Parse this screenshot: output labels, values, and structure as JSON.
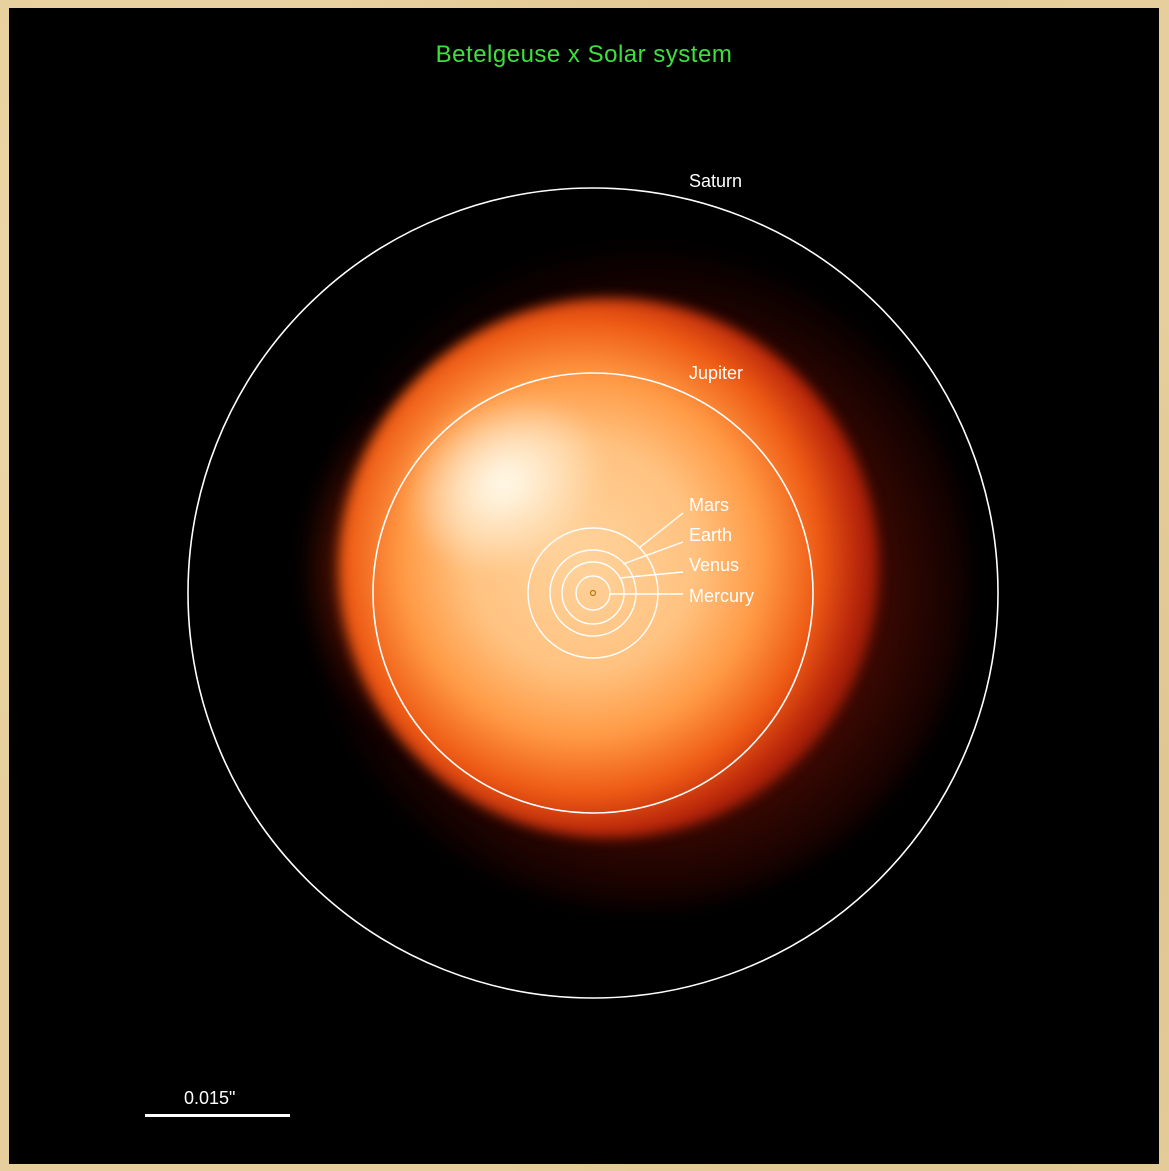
{
  "title": "Betelgeuse x Solar system",
  "title_color": "#3ee03e",
  "orbits": [
    {
      "name": "Saturn"
    },
    {
      "name": "Jupiter"
    },
    {
      "name": "Mars"
    },
    {
      "name": "Earth"
    },
    {
      "name": "Venus"
    },
    {
      "name": "Mercury"
    }
  ],
  "scale_bar": {
    "label": "0.015\""
  },
  "colors": {
    "background": "#000000",
    "frame": "#e6cf9c",
    "orbit_lines": "#ffffff"
  }
}
